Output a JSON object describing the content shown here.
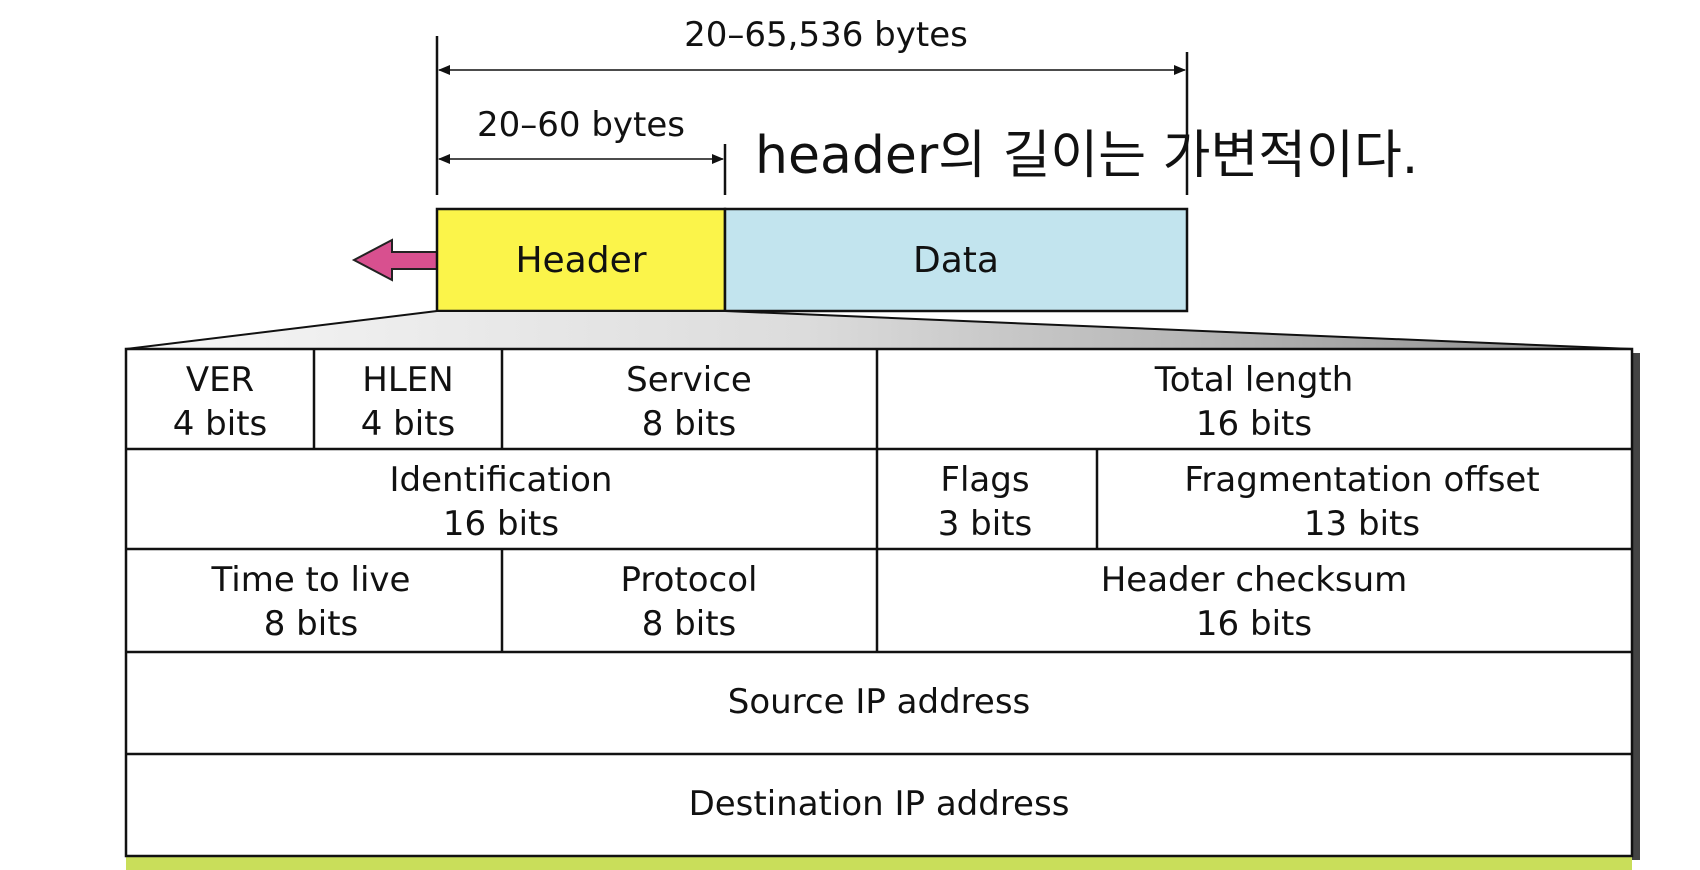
{
  "datagram": {
    "total_range_label": "20–65,536 bytes",
    "header_range_label": "20–60 bytes",
    "note": "header의 길이는 가변적이다.",
    "header_label": "Header",
    "data_label": "Data"
  },
  "colors": {
    "header_fill": "#fbf44a",
    "data_fill": "#c2e4ee",
    "arrow_fill": "#d8508f",
    "bottom_accent": "#c9de5a"
  },
  "header_fields": {
    "ver": {
      "name": "VER",
      "size": "4 bits"
    },
    "hlen": {
      "name": "HLEN",
      "size": "4 bits"
    },
    "service": {
      "name": "Service",
      "size": "8 bits"
    },
    "total_length": {
      "name": "Total length",
      "size": "16 bits"
    },
    "identification": {
      "name": "Identification",
      "size": "16 bits"
    },
    "flags": {
      "name": "Flags",
      "size": "3 bits"
    },
    "fragmentation_offset": {
      "name": "Fragmentation offset",
      "size": "13 bits"
    },
    "time_to_live": {
      "name": "Time to live",
      "size": "8 bits"
    },
    "protocol": {
      "name": "Protocol",
      "size": "8 bits"
    },
    "header_checksum": {
      "name": "Header checksum",
      "size": "16 bits"
    },
    "source_ip": {
      "name": "Source IP address"
    },
    "destination_ip": {
      "name": "Destination IP address"
    }
  }
}
